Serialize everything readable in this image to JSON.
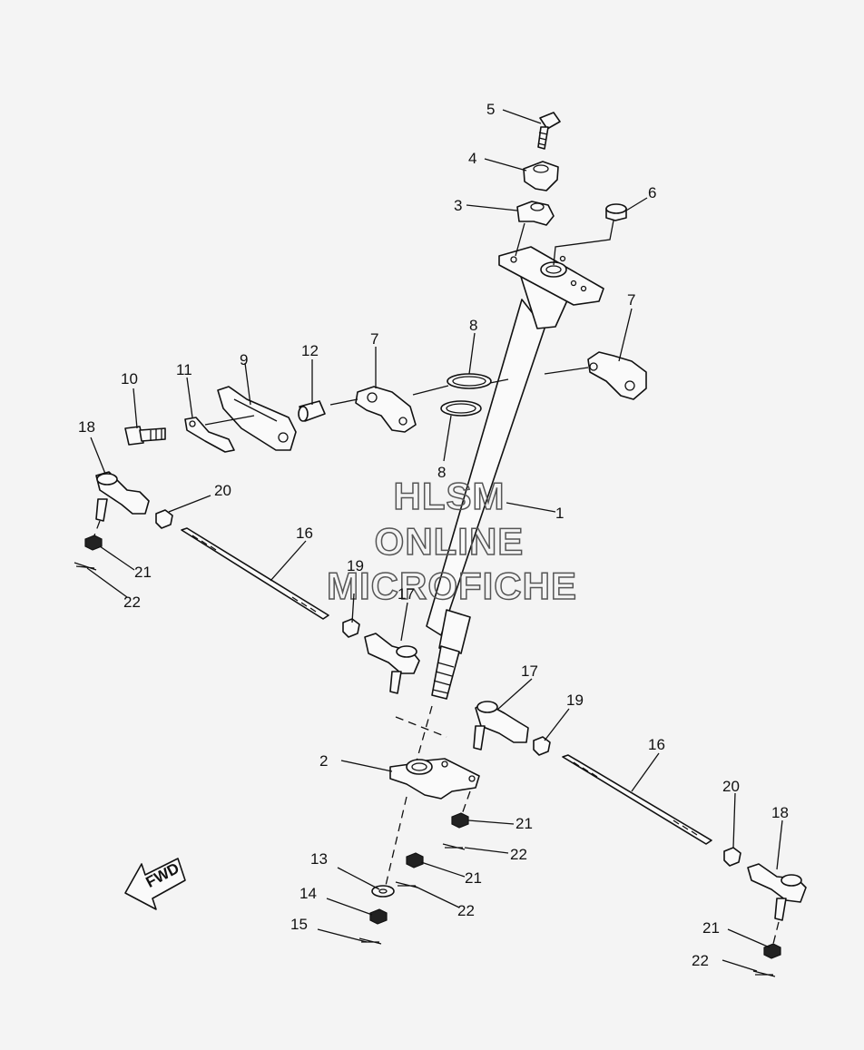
{
  "watermark": {
    "line1": "HLSM",
    "line2": "ONLINE",
    "line3": "MICROFICHE"
  },
  "fwd_label": "FWD",
  "callouts": {
    "c1": "1",
    "c2": "2",
    "c3": "3",
    "c4": "4",
    "c5": "5",
    "c6": "6",
    "c7a": "7",
    "c7b": "7",
    "c8a": "8",
    "c8b": "8",
    "c9": "9",
    "c10": "10",
    "c11": "11",
    "c12": "12",
    "c13": "13",
    "c14": "14",
    "c15": "15",
    "c16a": "16",
    "c16b": "16",
    "c17a": "17",
    "c17b": "17",
    "c18a": "18",
    "c18b": "18",
    "c19a": "19",
    "c19b": "19",
    "c20a": "20",
    "c20b": "20",
    "c21a": "21",
    "c21b": "21",
    "c21c": "21",
    "c21d": "21",
    "c22a": "22",
    "c22b": "22",
    "c22c": "22",
    "c22d": "22"
  }
}
